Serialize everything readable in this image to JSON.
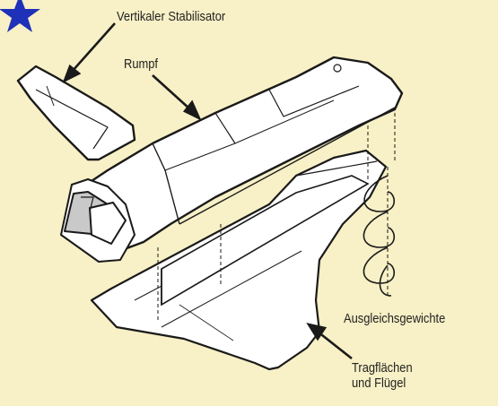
{
  "labels": {
    "vertical_stabilizer": "Vertikaler Stabilisator",
    "fuselage": "Rumpf",
    "counterweights": "Ausgleichsgewichte",
    "wings_line1": "Tragflächen",
    "wings_line2": "und Flügel"
  },
  "icons": {
    "corner": "star-icon"
  },
  "colors": {
    "background": "#f8f0c6",
    "outline": "#1a1a1a",
    "fill": "#ffffff",
    "shadow": "#c9c9c9",
    "star": "#1f31b8"
  }
}
